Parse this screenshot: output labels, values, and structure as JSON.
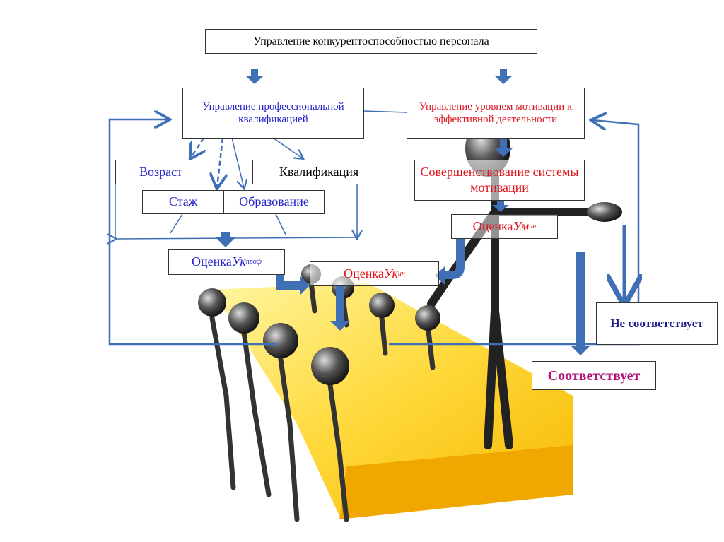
{
  "title": "Управление  конкурентоспособностью персонала",
  "prof_management": "Управление профессиональной квалификацией",
  "motivation_management": "Управление уровнем мотивации к  эффективной деятельности",
  "factors": {
    "age": "Возраст",
    "qualification": "Квалификация",
    "experience": "Стаж",
    "education": "Образование"
  },
  "motivation_improvement": "Совершенствование системы мотивации",
  "assess_um": {
    "label": "Оценка ",
    "var": "Ум",
    "sup": "ин"
  },
  "assess_uk_prof": {
    "label": "Оценка ",
    "var": "Ук",
    "sup": "проф"
  },
  "assess_uk_in": {
    "label": "Оценка ",
    "var": "Ук",
    "sup": "ин"
  },
  "not_match": "Не соответствует",
  "match": "Соответствует",
  "colors": {
    "arrow": "#3f6fb5",
    "blue_text": "#2222cc",
    "red_text": "#e0141e",
    "match_text": "#b0127a"
  }
}
